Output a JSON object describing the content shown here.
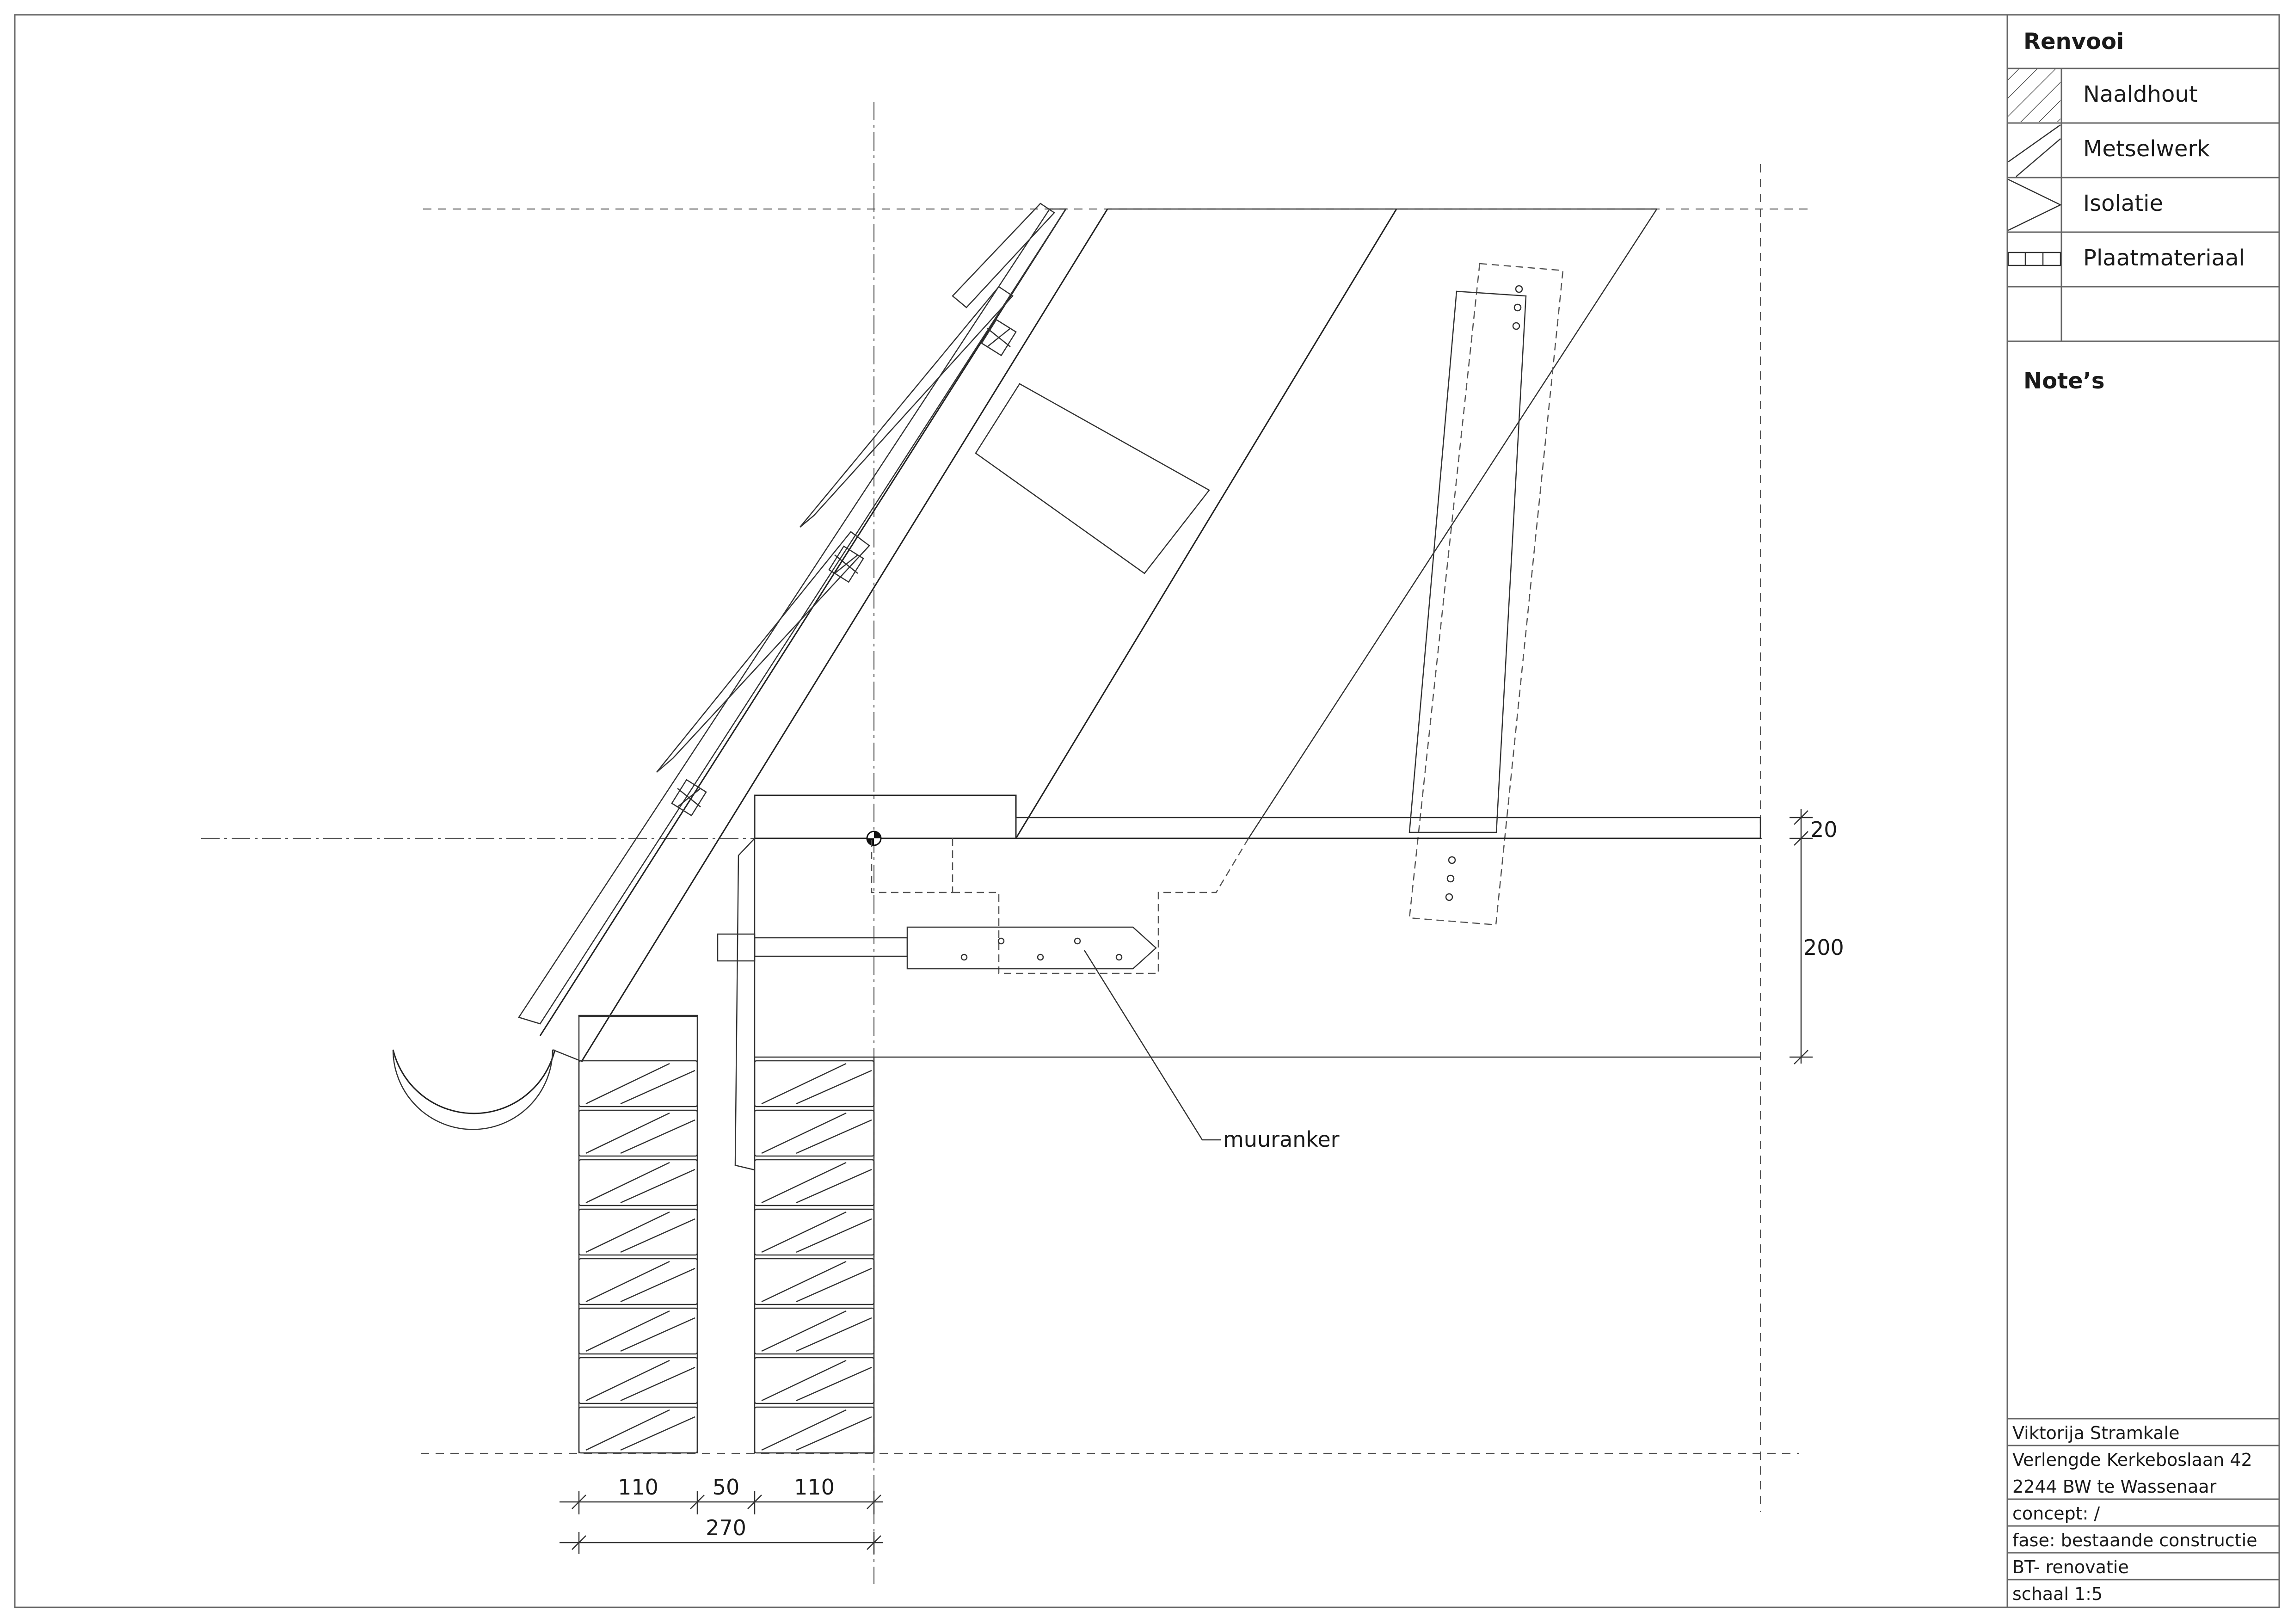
{
  "legend": {
    "title": "Renvooi",
    "items": [
      {
        "label": "Naaldhout",
        "pattern": "naaldhout"
      },
      {
        "label": "Metselwerk",
        "pattern": "metselwerk"
      },
      {
        "label": "Isolatie",
        "pattern": "isolatie"
      },
      {
        "label": "Plaatmateriaal",
        "pattern": "plaatmateriaal"
      },
      {
        "label": "",
        "pattern": "none"
      }
    ]
  },
  "notes": {
    "title": "Note’s"
  },
  "title_block": {
    "author": "Viktorija Stramkale",
    "address_line1": "Verlengde Kerkeboslaan 42",
    "address_line2": "2244 BW te Wassenaar",
    "concept": "concept: /",
    "fase": "fase: bestaande constructie",
    "project": "BT- renovatie",
    "scale": "schaal 1:5"
  },
  "drawing": {
    "label_muuranker": "muuranker",
    "dimensions": {
      "outer_leaf": "110",
      "cavity": "50",
      "inner_leaf": "110",
      "wall_total": "270",
      "floor_boarding": "20",
      "joist_height": "200"
    }
  },
  "colors": {
    "line": "#222222",
    "frame": "#666666",
    "background": "#ffffff"
  }
}
